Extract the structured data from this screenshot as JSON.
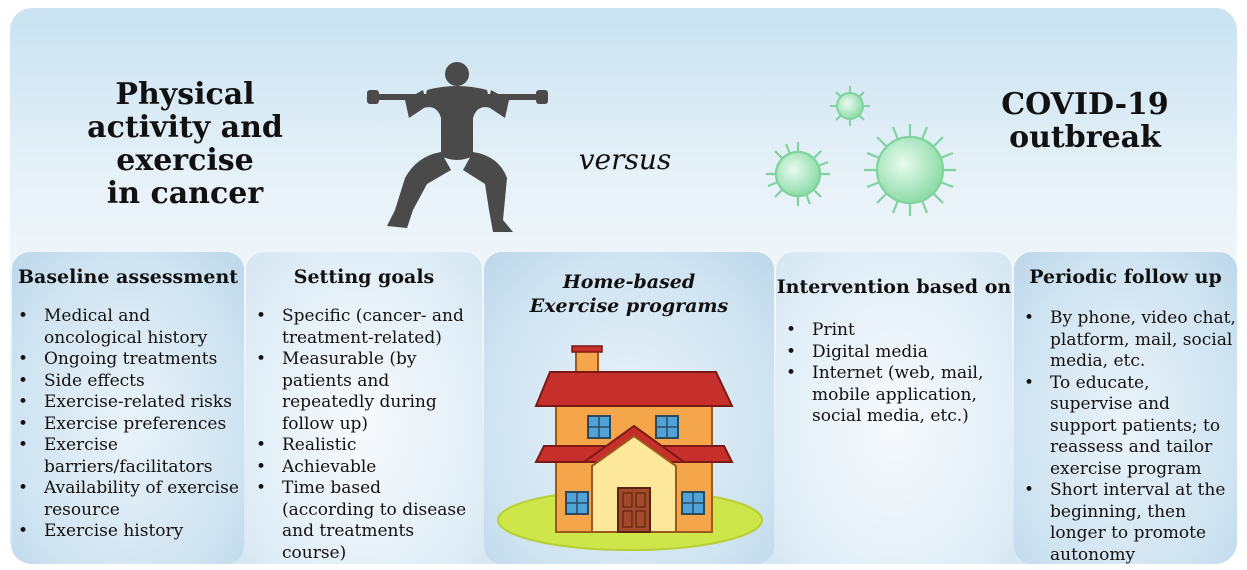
{
  "header": {
    "left_title": "Physical\nactivity and\nexercise\nin cancer",
    "versus": "versus",
    "right_title": "COVID-19\noutbreak"
  },
  "columns": [
    {
      "title": "Baseline assessment",
      "items": [
        "Medical and oncological history",
        "Ongoing treatments",
        "Side effects",
        "Exercise-related risks",
        "Exercise preferences",
        "Exercise barriers/facilitators",
        "Availability of exercise resource",
        "Exercise history"
      ]
    },
    {
      "title": "Setting goals",
      "items": [
        "Specific (cancer- and treatment-related)",
        "Measurable (by patients and repeatedly during follow up)",
        "Realistic",
        "Achievable",
        "Time based (according to disease and treatments course)"
      ]
    },
    {
      "title": "Home-based\nExercise programs"
    },
    {
      "title": "Intervention based on",
      "items": [
        "Print",
        "Digital media",
        "Internet (web, mail, mobile application, social media, etc.)"
      ]
    },
    {
      "title": "Periodic follow up",
      "items": [
        "By phone, video chat, platform, mail, social media, etc.",
        "To educate, supervise and support patients; to reassess and tailor exercise program",
        "Short interval at the beginning, then longer to promote autonomy"
      ]
    }
  ],
  "colors": {
    "virus": "#9ee6b4",
    "house_roof": "#c62f2a",
    "house_wall": "#f6a64a",
    "lawn": "#cde64a",
    "silhouette": "#4a4a4a"
  }
}
